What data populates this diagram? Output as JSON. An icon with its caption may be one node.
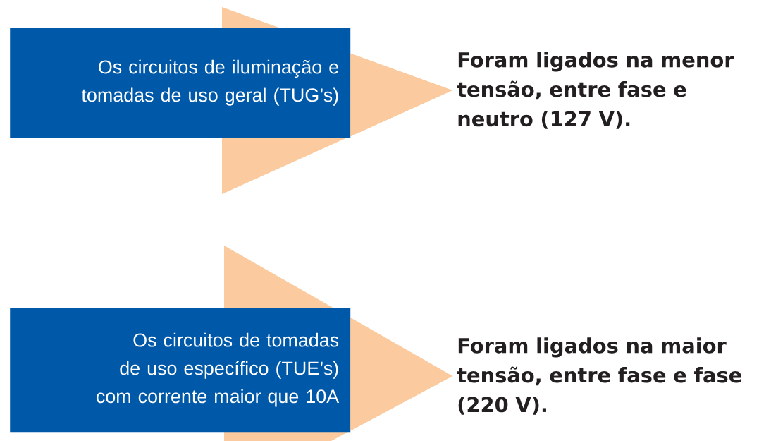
{
  "diagram": {
    "nodes": [
      {
        "text": [
          "Os circuitos de iluminação e tomadas de uso geral (TUG’s)"
        ]
      },
      {
        "text": [
          "Foram ligados na menor tensão, entre fase e neutro (127 V)."
        ]
      },
      {
        "text": [
          "Os circuitos de tomadas de uso específico (TUE’s) com corrente maior que 10A"
        ]
      },
      {
        "text": [
          "Foram ligados na maior tensão, entre fase e fase (220 V)."
        ]
      }
    ],
    "edges": [
      {
        "from": 0,
        "to": 1,
        "arrow": "to"
      },
      {
        "from": 2,
        "to": 3,
        "arrow": "to"
      }
    ]
  }
}
